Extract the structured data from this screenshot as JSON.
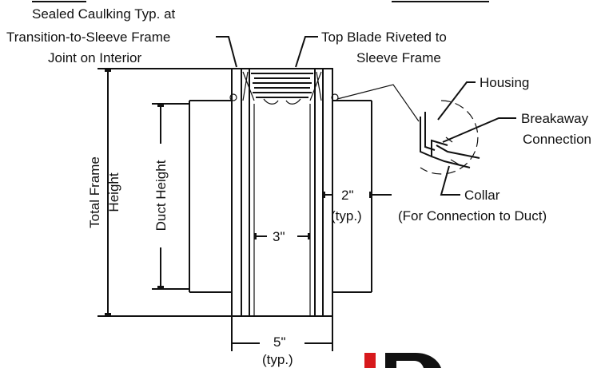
{
  "labels": {
    "sealed_caulking_1": "Sealed Caulking Typ. at",
    "sealed_caulking_2": "Transition-to-Sleeve Frame",
    "sealed_caulking_3": "Joint on Interior",
    "top_blade_1": "Top Blade Riveted to",
    "top_blade_2": "Sleeve Frame",
    "housing": "Housing",
    "breakaway_1": "Breakaway",
    "breakaway_2": "Connection",
    "collar_1": "Collar",
    "collar_2": "(For Connection to Duct)",
    "total_frame_1": "Total Frame",
    "total_frame_2": "Height",
    "duct_height": "Duct Height",
    "two_inch": "2\"",
    "two_inch_typ": "(typ.)",
    "three_inch": "3\"",
    "five_inch": "5\"",
    "five_inch_typ": "(typ.)"
  },
  "colors": {
    "line": "#111111",
    "logo_red": "#d7191c",
    "logo_black": "#111111"
  }
}
